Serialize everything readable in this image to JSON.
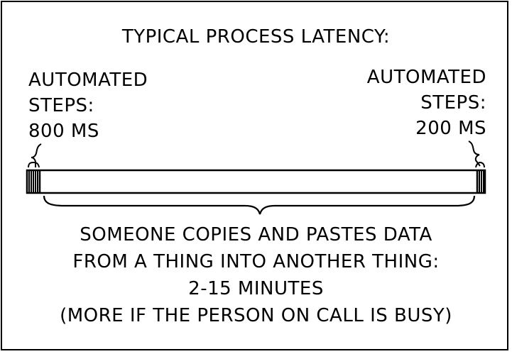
{
  "title": "TYPICAL PROCESS LATENCY:",
  "left_step": {
    "lines": [
      "AUTOMATED",
      "STEPS:",
      "800 MS"
    ]
  },
  "right_step": {
    "lines": [
      "AUTOMATED",
      "STEPS:",
      "200 MS"
    ]
  },
  "middle_step": {
    "lines": [
      "SOMEONE COPIES AND PASTES DATA",
      "FROM A THING INTO ANOTHER THING:",
      "2-15 MINUTES",
      "(MORE IF THE PERSON ON CALL IS BUSY)"
    ]
  },
  "colors": {
    "ink": "#000000",
    "paper": "#ffffff"
  }
}
